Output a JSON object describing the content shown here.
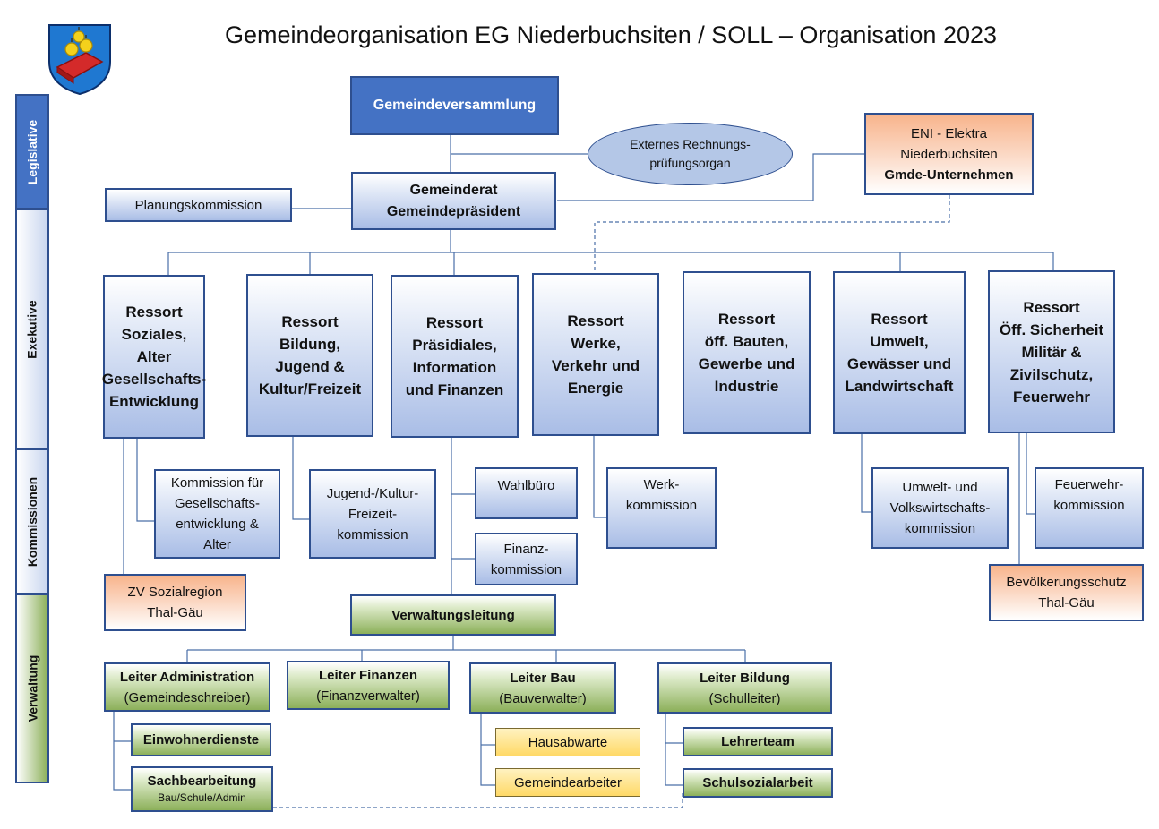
{
  "title": "Gemeindeorganisation EG Niederbuchsiten / SOLL – Organisation 2023",
  "sidebar": {
    "legislative": "Legislative",
    "exekutive": "Exekutive",
    "kommissionen": "Kommissionen",
    "verwaltung": "Verwaltung"
  },
  "top": {
    "gemeindeversammlung": "Gemeindeversammlung",
    "rpo_line1": "Externes Rechnungs-",
    "rpo_line2": "prüfungsorgan",
    "eni_line1": "ENI - Elektra",
    "eni_line2": "Niederbuchsiten",
    "eni_line3": "Gmde-Unternehmen",
    "gemeinderat_line1": "Gemeinderat",
    "gemeinderat_line2": "Gemeindepräsident",
    "planungskommission": "Planungskommission"
  },
  "ressorts": [
    {
      "lines": [
        "Ressort",
        "Soziales, Alter",
        "Gesellschafts-",
        "Entwicklung"
      ]
    },
    {
      "lines": [
        "Ressort",
        "Bildung,",
        "Jugend &",
        "Kultur/Freizeit"
      ]
    },
    {
      "lines": [
        "Ressort",
        "Präsidiales,",
        "Information",
        "und Finanzen"
      ]
    },
    {
      "lines": [
        "Ressort",
        "Werke,",
        "Verkehr und",
        "Energie"
      ]
    },
    {
      "lines": [
        "Ressort",
        "öff. Bauten,",
        "Gewerbe und",
        "Industrie"
      ]
    },
    {
      "lines": [
        "Ressort",
        "Umwelt,",
        "Gewässer und",
        "Landwirtschaft"
      ]
    },
    {
      "lines": [
        "Ressort",
        "Öff. Sicherheit",
        "Militär &",
        "Zivilschutz,",
        "Feuerwehr"
      ]
    }
  ],
  "kommissionen": {
    "gesellschaft": [
      "Kommission für",
      "Gesellschafts-",
      "entwicklung &",
      "Alter"
    ],
    "jugend": [
      "Jugend-/Kultur-",
      "Freizeit-",
      "kommission"
    ],
    "wahlbuero": [
      "Wahlbüro"
    ],
    "finanz": [
      "Finanz-",
      "kommission"
    ],
    "werk": [
      "Werk-",
      "kommission"
    ],
    "umwelt": [
      "Umwelt- und",
      "Volkswirtschafts-",
      "kommission"
    ],
    "feuerwehr": [
      "Feuerwehr-",
      "kommission"
    ],
    "zv": [
      "ZV Sozialregion",
      "Thal-Gäu"
    ],
    "bevoelkerung": [
      "Bevölkerungsschutz",
      "Thal-Gäu"
    ]
  },
  "verwaltung": {
    "leitung": "Verwaltungsleitung",
    "leiter": [
      {
        "title": "Leiter Administration",
        "sub": "(Gemeindeschreiber)"
      },
      {
        "title": "Leiter Finanzen",
        "sub": "(Finanzverwalter)"
      },
      {
        "title": "Leiter Bau",
        "sub": "(Bauverwalter)"
      },
      {
        "title": "Leiter Bildung",
        "sub": "(Schulleiter)"
      }
    ],
    "einwohnerdienste": "Einwohnerdienste",
    "sachbearbeitung": "Sachbearbeitung",
    "sachbearbeitung_sub": "Bau/Schule/Admin",
    "hausabwarte": "Hausabwarte",
    "gemeindearbeiter": "Gemeindearbeiter",
    "lehrerteam": "Lehrerteam",
    "schulsozialarbeit": "Schulsozialarbeit"
  },
  "colors": {
    "border": "#2e4f8f",
    "dark_blue": "#4472c4",
    "orange": "#f8b48c",
    "green": "#8cb05a",
    "yellow": "#ffd966"
  }
}
